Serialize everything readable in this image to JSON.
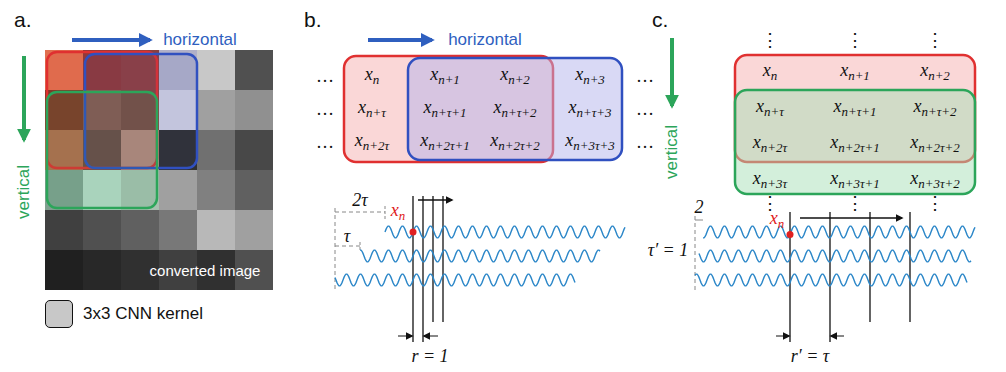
{
  "diagram": {
    "labels": [
      "a.",
      "horizontal",
      "vertical",
      "converted image",
      "b.",
      "horizontal",
      "…",
      "xn",
      "xn+1",
      "xn+2",
      "xn+3",
      "…",
      "…",
      "xn+τ",
      "xn+τ+1",
      "xn+τ+2",
      "xn+τ+3",
      "…",
      "…",
      "xn+2τ",
      "xn+2τ+1",
      "xn+2τ+2",
      "xn+3τ+3",
      "…",
      "2τ",
      "τ",
      "xn",
      "r = 1",
      "c.",
      "vertical",
      "⋮",
      "⋮",
      "⋮",
      "xn",
      "xn+1",
      "xn+2",
      "xn+τ",
      "xn+τ+1",
      "xn+τ+2",
      "xn+2τ",
      "xn+2τ+1",
      "xn+2τ+2",
      "xn+3τ",
      "xn+3τ+1",
      "xn+3τ+2",
      "⋮",
      "⋮",
      "⋮",
      "2",
      "τ′ = 1",
      "xn",
      "r′ = τ"
    ],
    "legend": [
      {
        "text": "3x3 CNN kernel",
        "color": "#c8c8c8"
      }
    ]
  }
}
